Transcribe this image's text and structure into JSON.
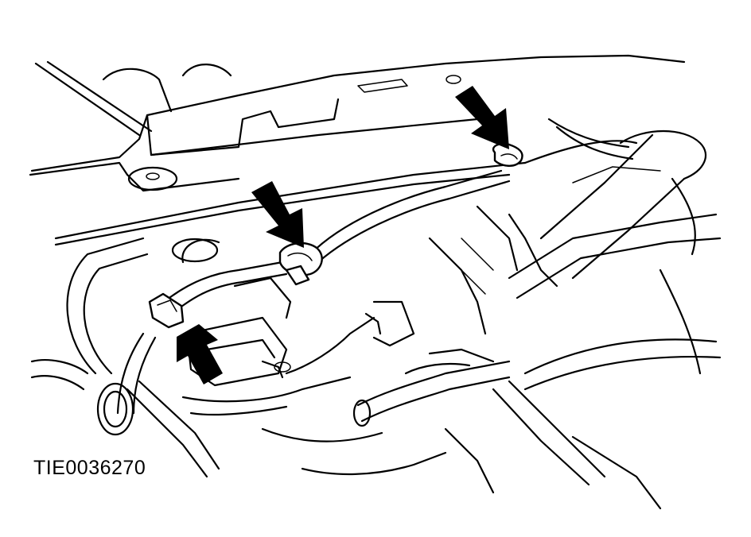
{
  "figure": {
    "id_label": "TIE0036270",
    "line_color": "#000000",
    "background_color": "#ffffff",
    "arrow_color": "#000000",
    "callout_arrows": [
      {
        "name": "arrow-top-right",
        "direction": "down-right"
      },
      {
        "name": "arrow-middle",
        "direction": "down-right"
      },
      {
        "name": "arrow-lower-left",
        "direction": "up"
      }
    ],
    "clips": [
      {
        "name": "hose-clip-top-right"
      },
      {
        "name": "hose-clip-middle"
      },
      {
        "name": "hose-clip-lower-left"
      }
    ]
  }
}
